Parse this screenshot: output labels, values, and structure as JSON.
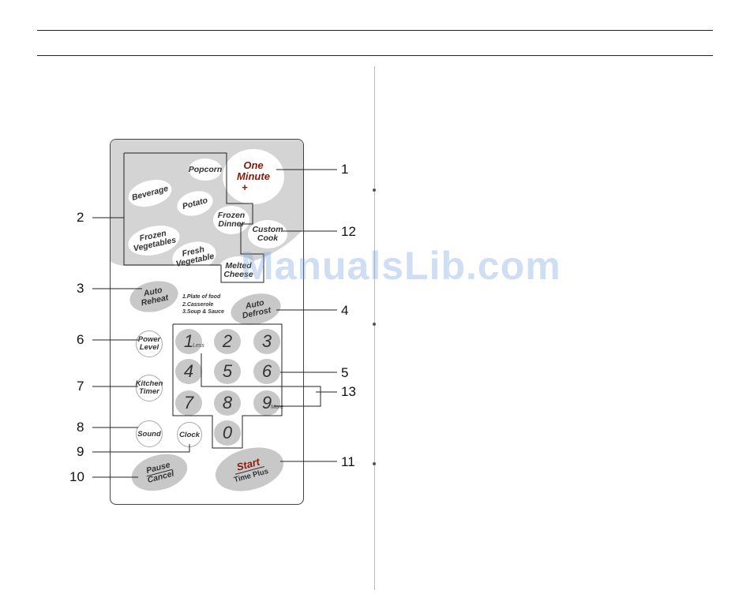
{
  "watermark": "ManualsLib.com",
  "buttons": {
    "popcorn": "Popcorn",
    "one_minute_line1": "One",
    "one_minute_line2": "Minute",
    "one_minute_plus": "+",
    "beverage": "Beverage",
    "potato": "Potato",
    "frozen_dinner_line1": "Frozen",
    "frozen_dinner_line2": "Dinner",
    "custom_cook_line1": "Custom",
    "custom_cook_line2": "Cook",
    "frozen_vegetables_line1": "Frozen",
    "frozen_vegetables_line2": "Vegetables",
    "fresh_vegetable_line1": "Fresh",
    "fresh_vegetable_line2": "Vegetable",
    "melted_cheese_line1": "Melted",
    "melted_cheese_line2": "Cheese",
    "auto_reheat_line1": "Auto",
    "auto_reheat_line2": "Reheat",
    "auto_reheat_options": [
      "1.Plate of food",
      "2.Casserole",
      "3.Soup & Sauce"
    ],
    "auto_defrost_line1": "Auto",
    "auto_defrost_line2": "Defrost",
    "power_level_line1": "Power",
    "power_level_line2": "Level",
    "kitchen_timer_line1": "Kitchen",
    "kitchen_timer_line2": "Timer",
    "sound": "Sound",
    "clock": "Clock",
    "pause": "Pause",
    "cancel": "Cancel",
    "start": "Start",
    "time_plus": "Time Plus",
    "less": "Less",
    "more": "More"
  },
  "keypad": [
    "1",
    "2",
    "3",
    "4",
    "5",
    "6",
    "7",
    "8",
    "9",
    "0"
  ],
  "callouts": [
    "1",
    "2",
    "3",
    "4",
    "5",
    "6",
    "7",
    "8",
    "9",
    "10",
    "11",
    "12",
    "13"
  ],
  "colors": {
    "accent_red": "#8b1a0a",
    "panel_gray": "#d4d4d4",
    "button_gray": "#c8c8c8"
  }
}
